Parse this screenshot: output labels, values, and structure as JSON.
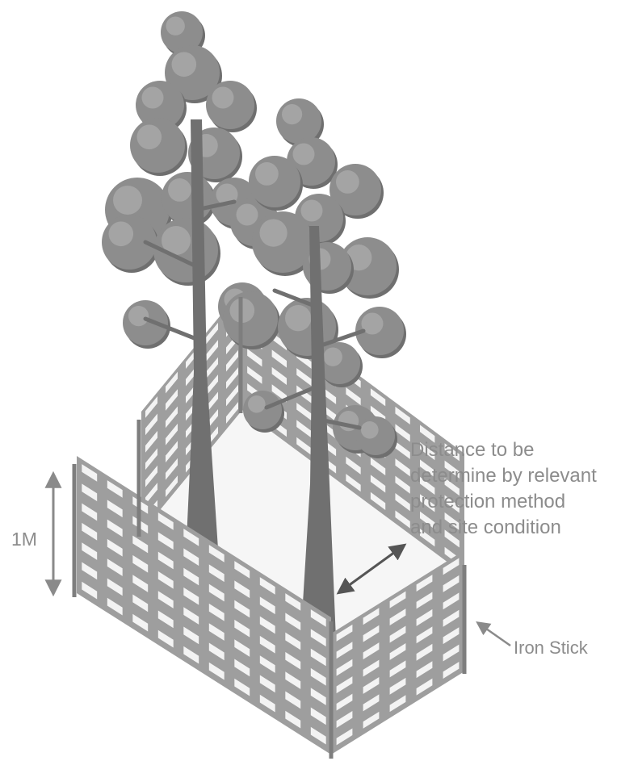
{
  "labels": {
    "height": "1M",
    "distance_lines": [
      "Distance to be",
      "determine by relevant",
      "protection method",
      "and site condition"
    ],
    "iron_stick": "Iron Stick"
  },
  "colors": {
    "canopy": "#8d8d8d",
    "canopy_shadow": "#6f6f6f",
    "trunk": "#707070",
    "fence_panel": "#9e9e9e",
    "fence_hole": "#f3f3f3",
    "post": "#7e7e7e",
    "arrow": "#555555",
    "label": "#8c8c8c"
  },
  "icons": {
    "trees": "tree-illustration",
    "fence": "mesh-fence",
    "height_arrow": "double-arrow-vertical",
    "distance_arrow": "double-arrow-diagonal",
    "stick_pointer": "arrow-left"
  }
}
